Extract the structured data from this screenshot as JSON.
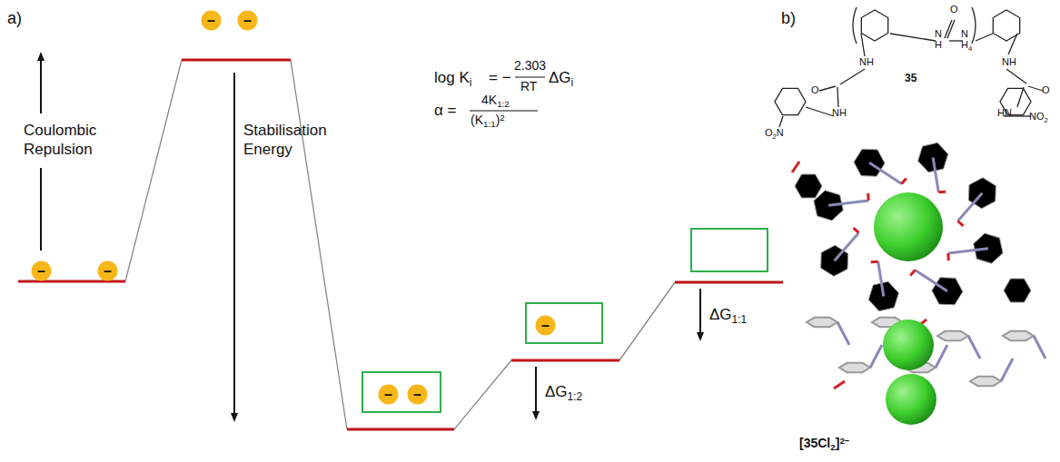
{
  "diagram": {
    "nodes": [
      {
        "text": [
          "–"
        ]
      },
      {
        "text": [
          "–"
        ]
      },
      {
        "text": [
          "–"
        ]
      },
      {
        "text": [
          "–"
        ]
      },
      {
        "text": []
      },
      {
        "text": [
          "–"
        ],
        "in": 4
      },
      {
        "text": [
          "–"
        ],
        "in": 4
      },
      {
        "text": []
      },
      {
        "text": [
          "–"
        ],
        "in": 7
      },
      {
        "text": []
      }
    ],
    "labels": [
      "a)",
      "Coulombic",
      "Repulsion",
      "Stabilisation",
      "Energy",
      "log K",
      "i",
      "= −",
      "2.303",
      "RT",
      "ΔG",
      "i",
      "α =",
      "4K",
      "1:2",
      "(K",
      "1:1",
      ")",
      "2",
      "ΔG",
      "1:2",
      "ΔG",
      "1:1",
      "b)",
      "N",
      "H",
      "N",
      "H",
      "4",
      "O",
      "NH",
      "O",
      "NH",
      "35",
      "HN",
      "O",
      "NH",
      "O",
      "2",
      "N",
      "N",
      "O",
      "2",
      "[",
      "35",
      "Cl",
      "2",
      "]",
      "2−"
    ]
  }
}
